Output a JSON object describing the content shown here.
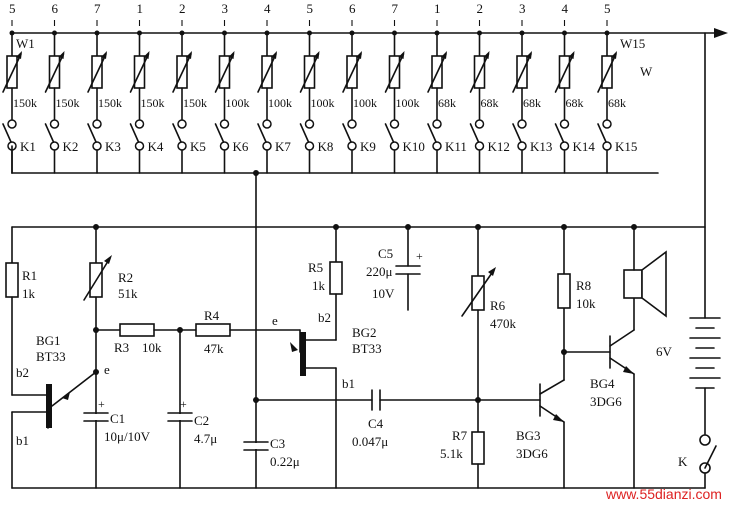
{
  "top_row": {
    "note_numbers": [
      "5",
      "6",
      "7",
      "1",
      "2",
      "3",
      "4",
      "5",
      "6",
      "7",
      "1",
      "2",
      "3",
      "4",
      "5"
    ],
    "resistor_values": [
      "150k",
      "150k",
      "150k",
      "150k",
      "150k",
      "100k",
      "100k",
      "100k",
      "100k",
      "100k",
      "68k",
      "68k",
      "68k",
      "68k",
      "68k"
    ],
    "key_labels": [
      "K1",
      "K2",
      "K3",
      "K4",
      "K5",
      "K6",
      "K7",
      "K8",
      "K9",
      "K10",
      "K11",
      "K12",
      "K13",
      "K14",
      "K15"
    ],
    "w_first": "W1",
    "w_last": "W15",
    "w_mark": "W"
  },
  "components": {
    "r1": {
      "name": "R1",
      "value": "1k"
    },
    "r2": {
      "name": "R2",
      "value": "51k"
    },
    "r3": {
      "name": "R3",
      "value": "10k"
    },
    "r4": {
      "name": "R4",
      "value": "47k"
    },
    "r5": {
      "name": "R5",
      "value": "1k"
    },
    "r6": {
      "name": "R6",
      "value": "470k"
    },
    "r7": {
      "name": "R7",
      "value": "5.1k"
    },
    "r8": {
      "name": "R8",
      "value": "10k"
    },
    "c1": {
      "name": "C1",
      "value": "10μ/10V"
    },
    "c2": {
      "name": "C2",
      "value": "4.7μ"
    },
    "c3": {
      "name": "C3",
      "value": "0.22μ"
    },
    "c4": {
      "name": "C4",
      "value": "0.047μ"
    },
    "c5": {
      "name": "C5",
      "value": "220μ",
      "voltage": "10V"
    },
    "bg1": {
      "name": "BG1",
      "type": "BT33"
    },
    "bg2": {
      "name": "BG2",
      "type": "BT33"
    },
    "bg3": {
      "name": "BG3",
      "type": "3DG6"
    },
    "bg4": {
      "name": "BG4",
      "type": "3DG6"
    },
    "battery": {
      "value": "6V"
    },
    "switch": {
      "name": "K"
    }
  },
  "pins": {
    "b1": "b1",
    "b2": "b2",
    "e": "e"
  },
  "plus_sign": "+",
  "watermark": "www.55dianzi.com"
}
